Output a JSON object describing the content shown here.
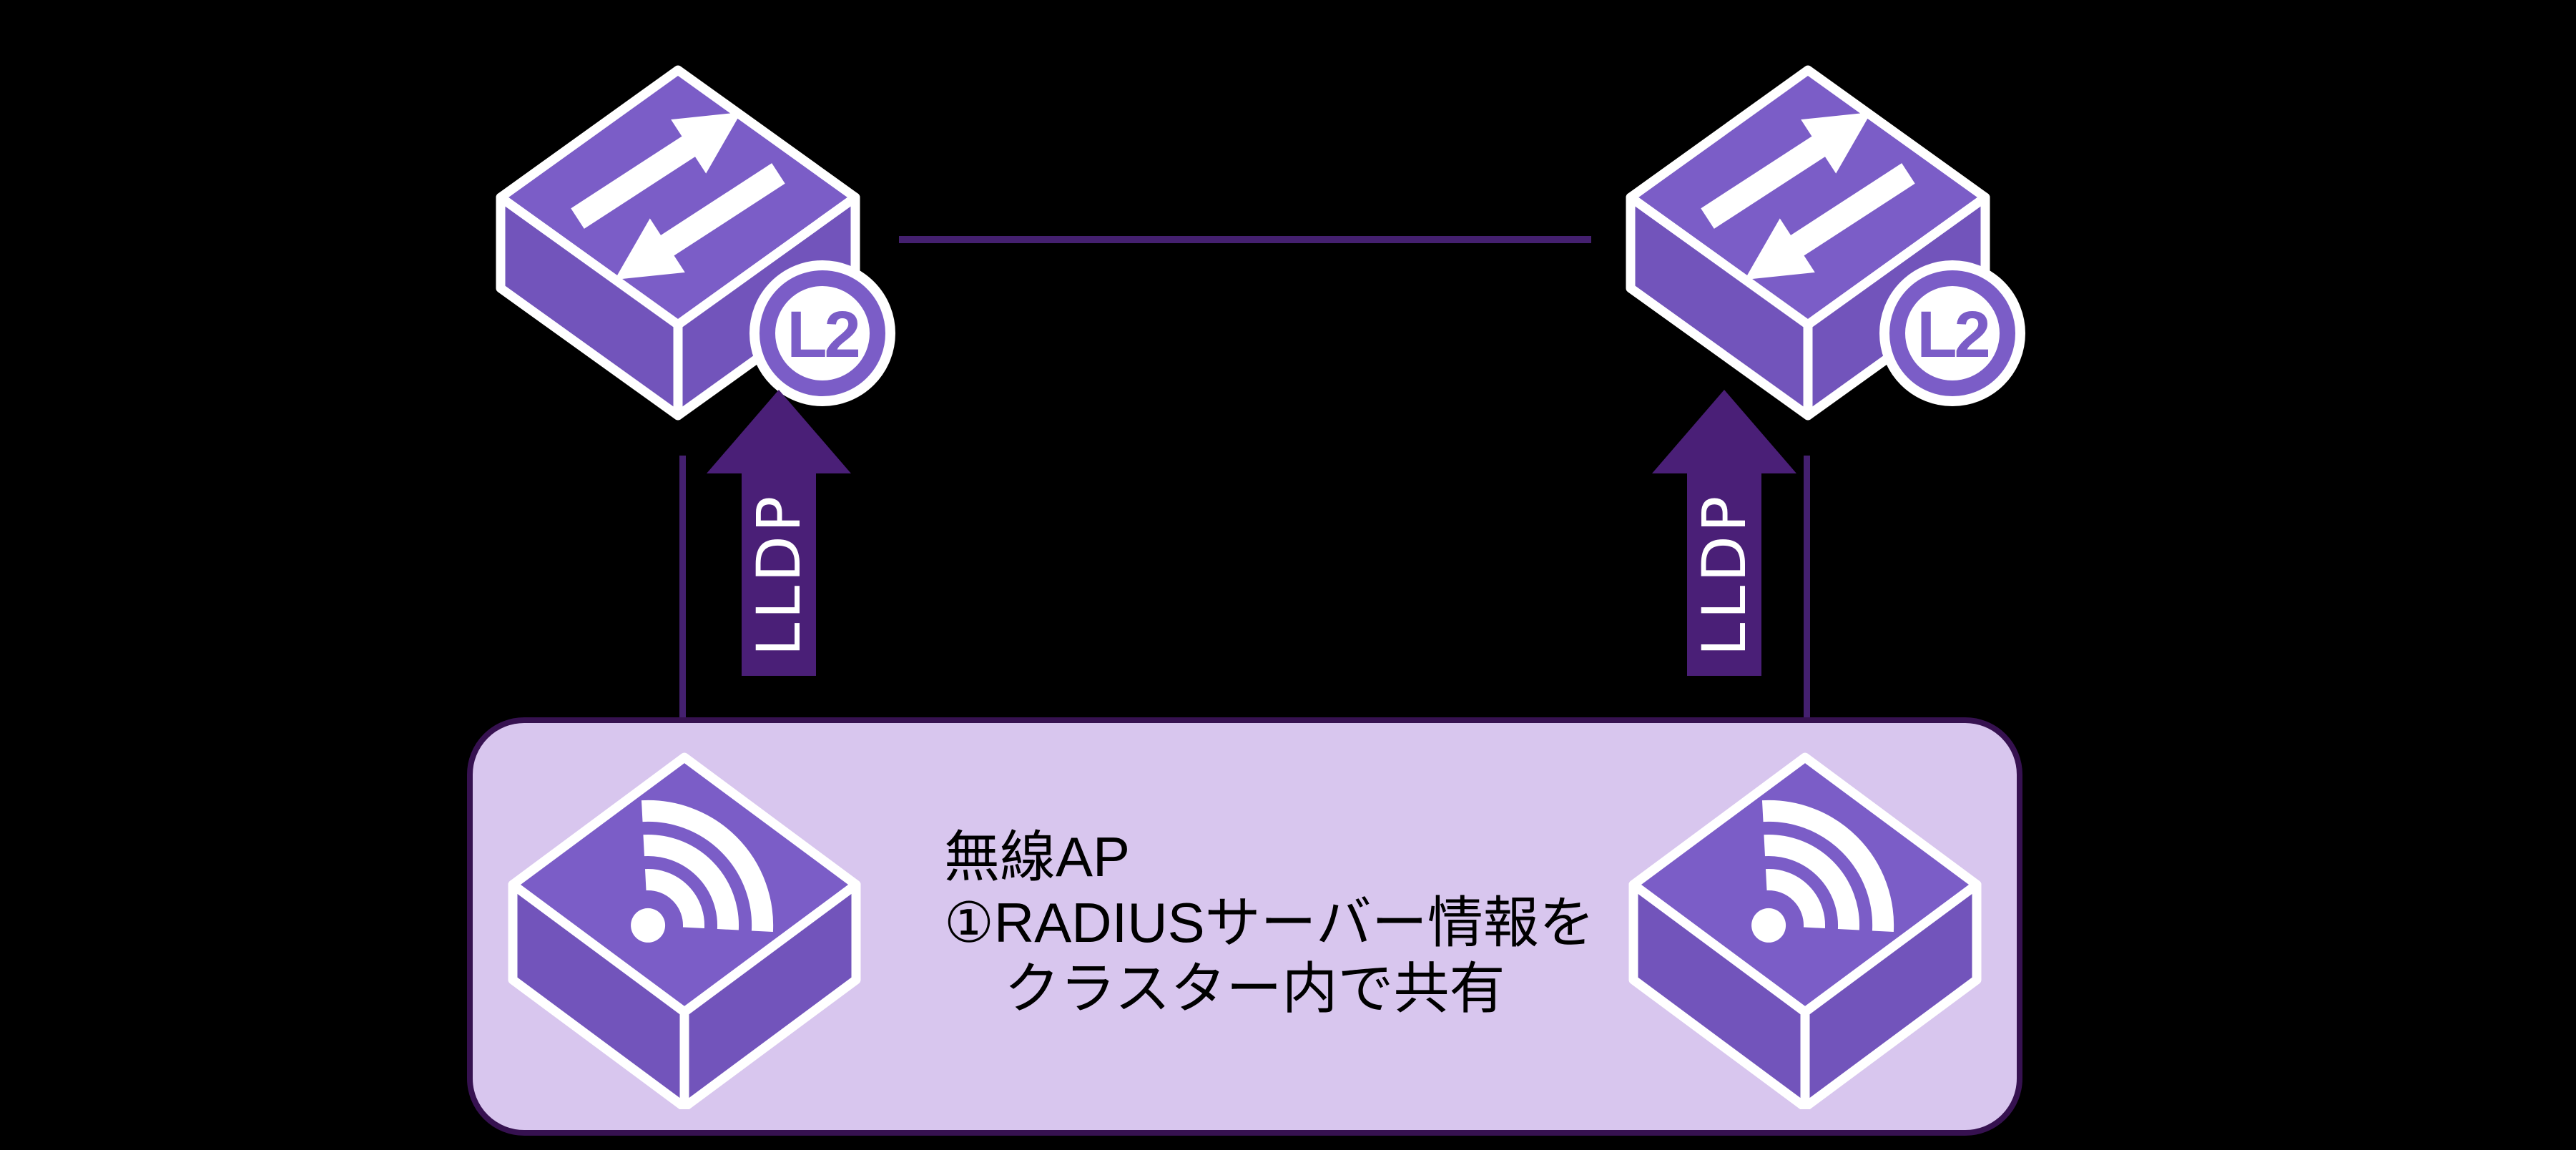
{
  "diagram": {
    "type": "network-topology",
    "background": "#000000",
    "colors": {
      "cube_top": "#7B5DC7",
      "cube_side": "#7254BB",
      "arrow_dark": "#4A1F77",
      "line_dark": "#44206F",
      "panel_fill": "#D8C6EE",
      "panel_border": "#361150",
      "annotation_text": "#000000",
      "white": "#FFFFFF"
    },
    "switches": {
      "badge_label": "L2",
      "count": 2
    },
    "lldp": {
      "label": "LLDP"
    },
    "panel": {
      "lines": [
        "無線AP",
        "①RADIUSサーバー情報を",
        "クラスター内で共有"
      ]
    }
  }
}
